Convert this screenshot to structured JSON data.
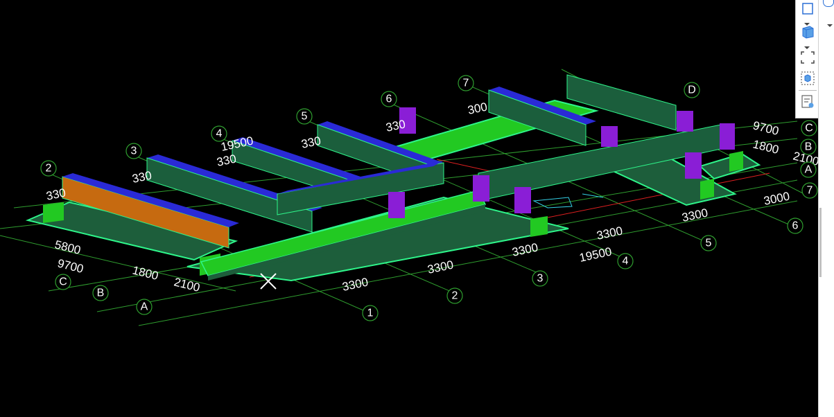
{
  "viewport": {
    "background": "#000000",
    "colors": {
      "grid": "#2f9e2f",
      "slab": "#22c922",
      "slab_dark": "#1d5e3b",
      "beam_top": "#2a2ad6",
      "beam_side": "#1b5e3c",
      "beam_edge": "#2ef58a",
      "column": "#8a1ed6",
      "orange": "#c66a10",
      "redline": "#e02020",
      "cyan": "#35d3e8"
    },
    "axis_labels": {
      "front_numbers": [
        "1",
        "2",
        "3",
        "4",
        "5",
        "6"
      ],
      "back_numbers": [
        "2",
        "3",
        "4",
        "5",
        "6",
        "7"
      ],
      "left_letters": [
        "C",
        "B",
        "A"
      ],
      "right_letters": [
        "D",
        "C",
        "B",
        "A"
      ],
      "right_number": "7"
    },
    "dimensions": {
      "front_spans": [
        "3300",
        "3300",
        "3300",
        "3300",
        "3300",
        "3000"
      ],
      "front_total": "19500",
      "back_spans": [
        "330",
        "330",
        "330",
        "330",
        "330",
        "300"
      ],
      "back_total": "19500",
      "left_dims": [
        "5800",
        "9700",
        "1800",
        "2100"
      ],
      "right_dims": [
        "9700",
        "1800",
        "2100"
      ]
    }
  },
  "toolbar": {
    "icons": [
      "view-box-icon",
      "view-3d-icon",
      "zoom-extents-icon",
      "isolate-icon",
      "properties-icon"
    ]
  }
}
